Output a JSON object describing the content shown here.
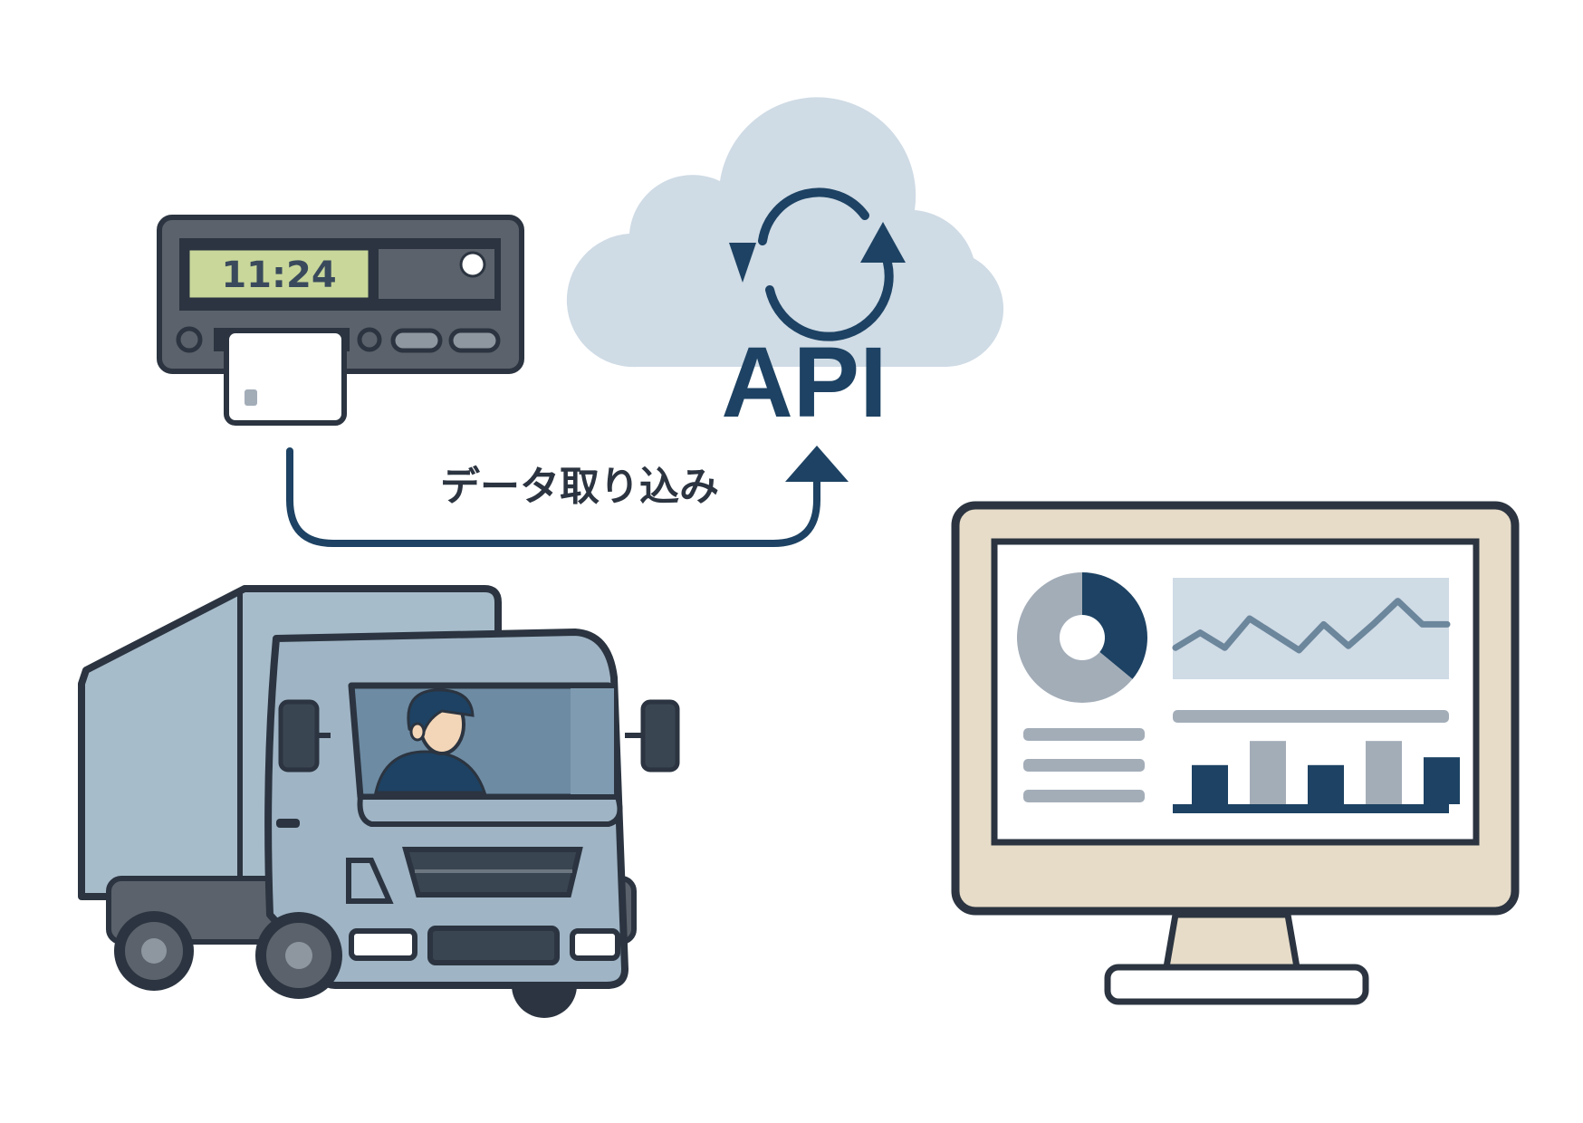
{
  "tachograph": {
    "display_time": "11:24"
  },
  "cloud": {
    "label": "API"
  },
  "flow": {
    "label": "データ取り込み"
  },
  "dashboard": {
    "donut": {
      "type": "pie",
      "slices": [
        0.36,
        0.64
      ]
    },
    "line": {
      "type": "line",
      "y": [
        0.27,
        0.45,
        0.27,
        0.62,
        0.43,
        0.24,
        0.55,
        0.29,
        0.55,
        0.83,
        0.55,
        0.55
      ]
    },
    "bars": {
      "type": "bar",
      "values": [
        0.6,
        0.97,
        0.6,
        0.97,
        0.72
      ]
    }
  },
  "colors": {
    "navy": "#1d4263",
    "outline": "#2b3440",
    "cloud": "#cfdbe5",
    "truck_body": "#a7bccb",
    "truck_cab": "#9fb4c5",
    "device": "#5b626b",
    "lcd": "#c9d89a",
    "monitor_frame": "#e7dcc8",
    "gray_accent": "#a3adb8"
  }
}
